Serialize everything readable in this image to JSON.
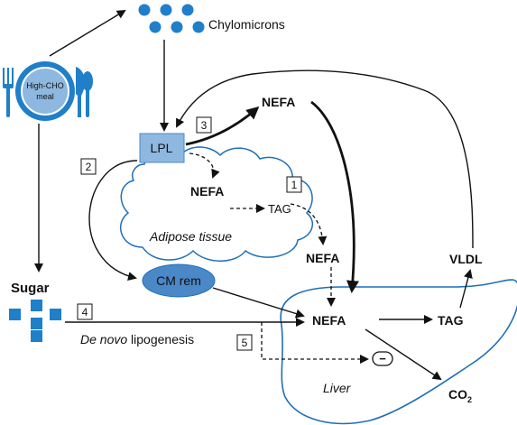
{
  "labels": {
    "meal": [
      "High-CHO",
      "meal"
    ],
    "chylomicrons": "Chylomicrons",
    "lpl": "LPL",
    "nefa": "NEFA",
    "tag": "TAG",
    "adipose_tissue": "Adipose tissue",
    "cm_rem": "CM rem",
    "sugar": "Sugar",
    "de_novo_italic": "De novo",
    "lipogenesis": " lipogenesis",
    "liver": "Liver",
    "vldl": "VLDL",
    "co2_base": "CO",
    "co2_sub": "2",
    "inhibit": "−"
  },
  "pathway_numbers": [
    "1",
    "2",
    "3",
    "4",
    "5"
  ],
  "colors": {
    "blue": "#1f7fc9",
    "lpl_fill": "#8fb8e0",
    "cm_rem_fill": "#4a88c8",
    "outline_blue": "#1f6fb8",
    "ink": "#111111"
  }
}
